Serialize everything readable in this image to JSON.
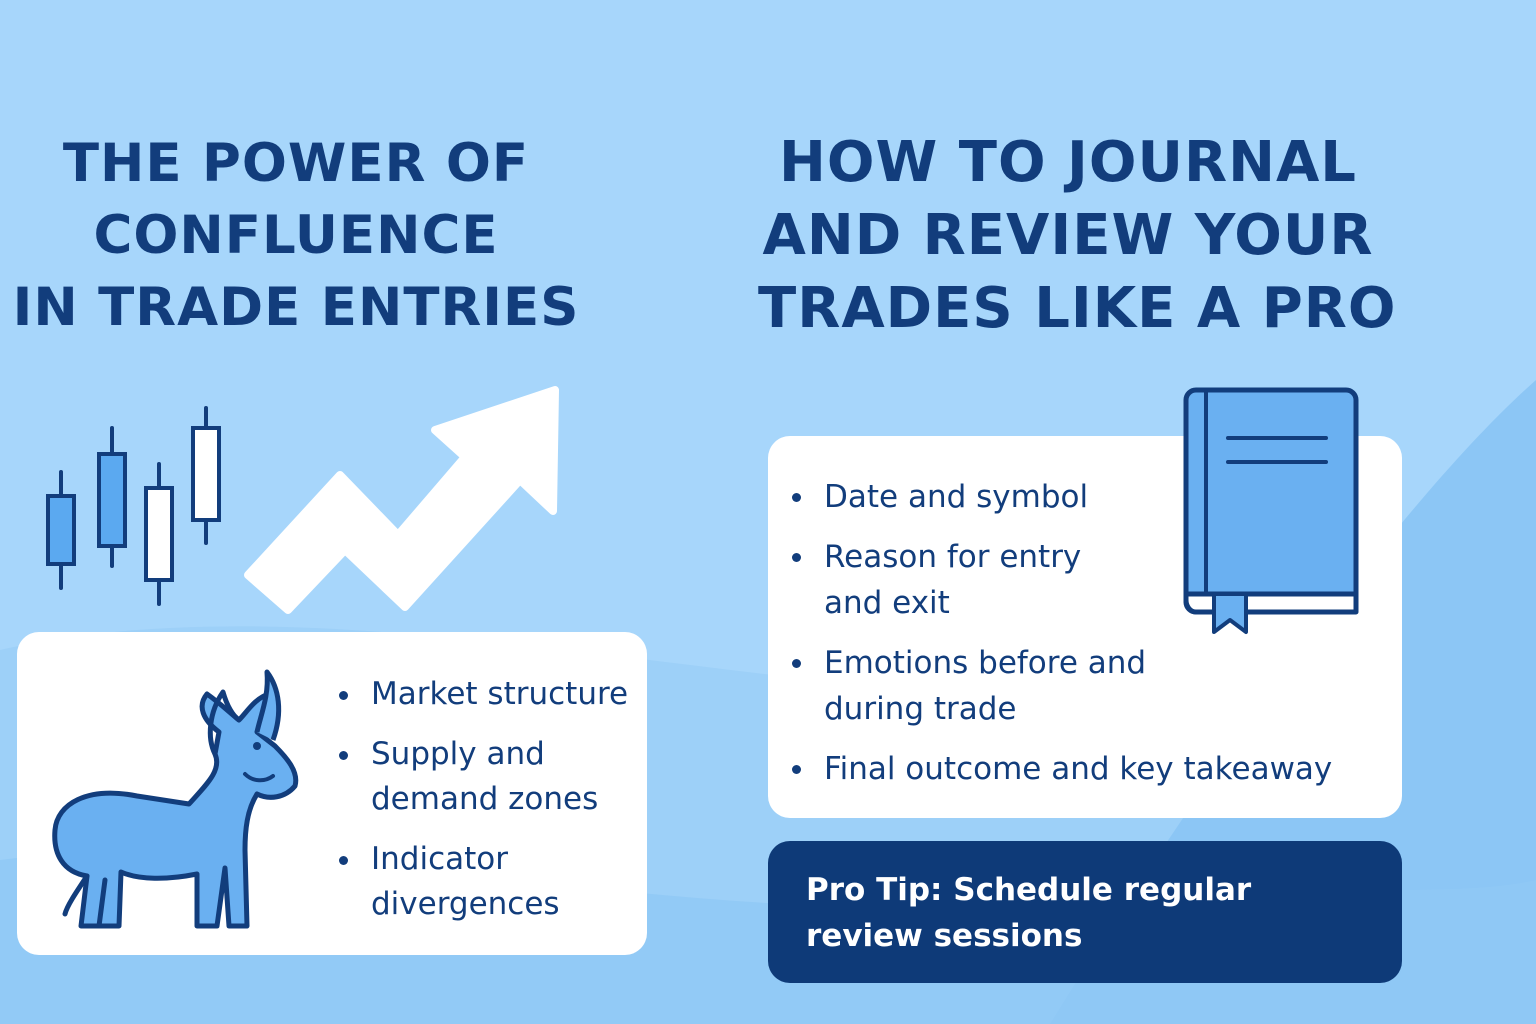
{
  "left": {
    "heading_lines": [
      "THE POWER OF",
      "CONFLUENCE",
      "IN TRADE ENTRIES"
    ],
    "bullets": [
      "Market structure",
      "Supply and demand zones",
      "Indicator divergences"
    ]
  },
  "right": {
    "heading_lines": [
      "HOW TO JOURNAL",
      "AND REVIEW YOUR",
      "TRADES LIKE A PRO"
    ],
    "bullets": [
      "Date and symbol",
      "Reason for entry and exit",
      "Emotions before and during trade",
      "Final outcome and key takeaway"
    ],
    "pro_tip": "Pro Tip: Schedule regular review sessions"
  },
  "icons": [
    "candlestick-chart-icon",
    "uptrend-arrow-icon",
    "bull-icon",
    "journal-book-icon"
  ],
  "colors": {
    "background": "#a7d6fb",
    "heading": "#123d7c",
    "card": "#ffffff",
    "accent_blue": "#5ba9f0",
    "tip_background": "#0e3a78"
  }
}
